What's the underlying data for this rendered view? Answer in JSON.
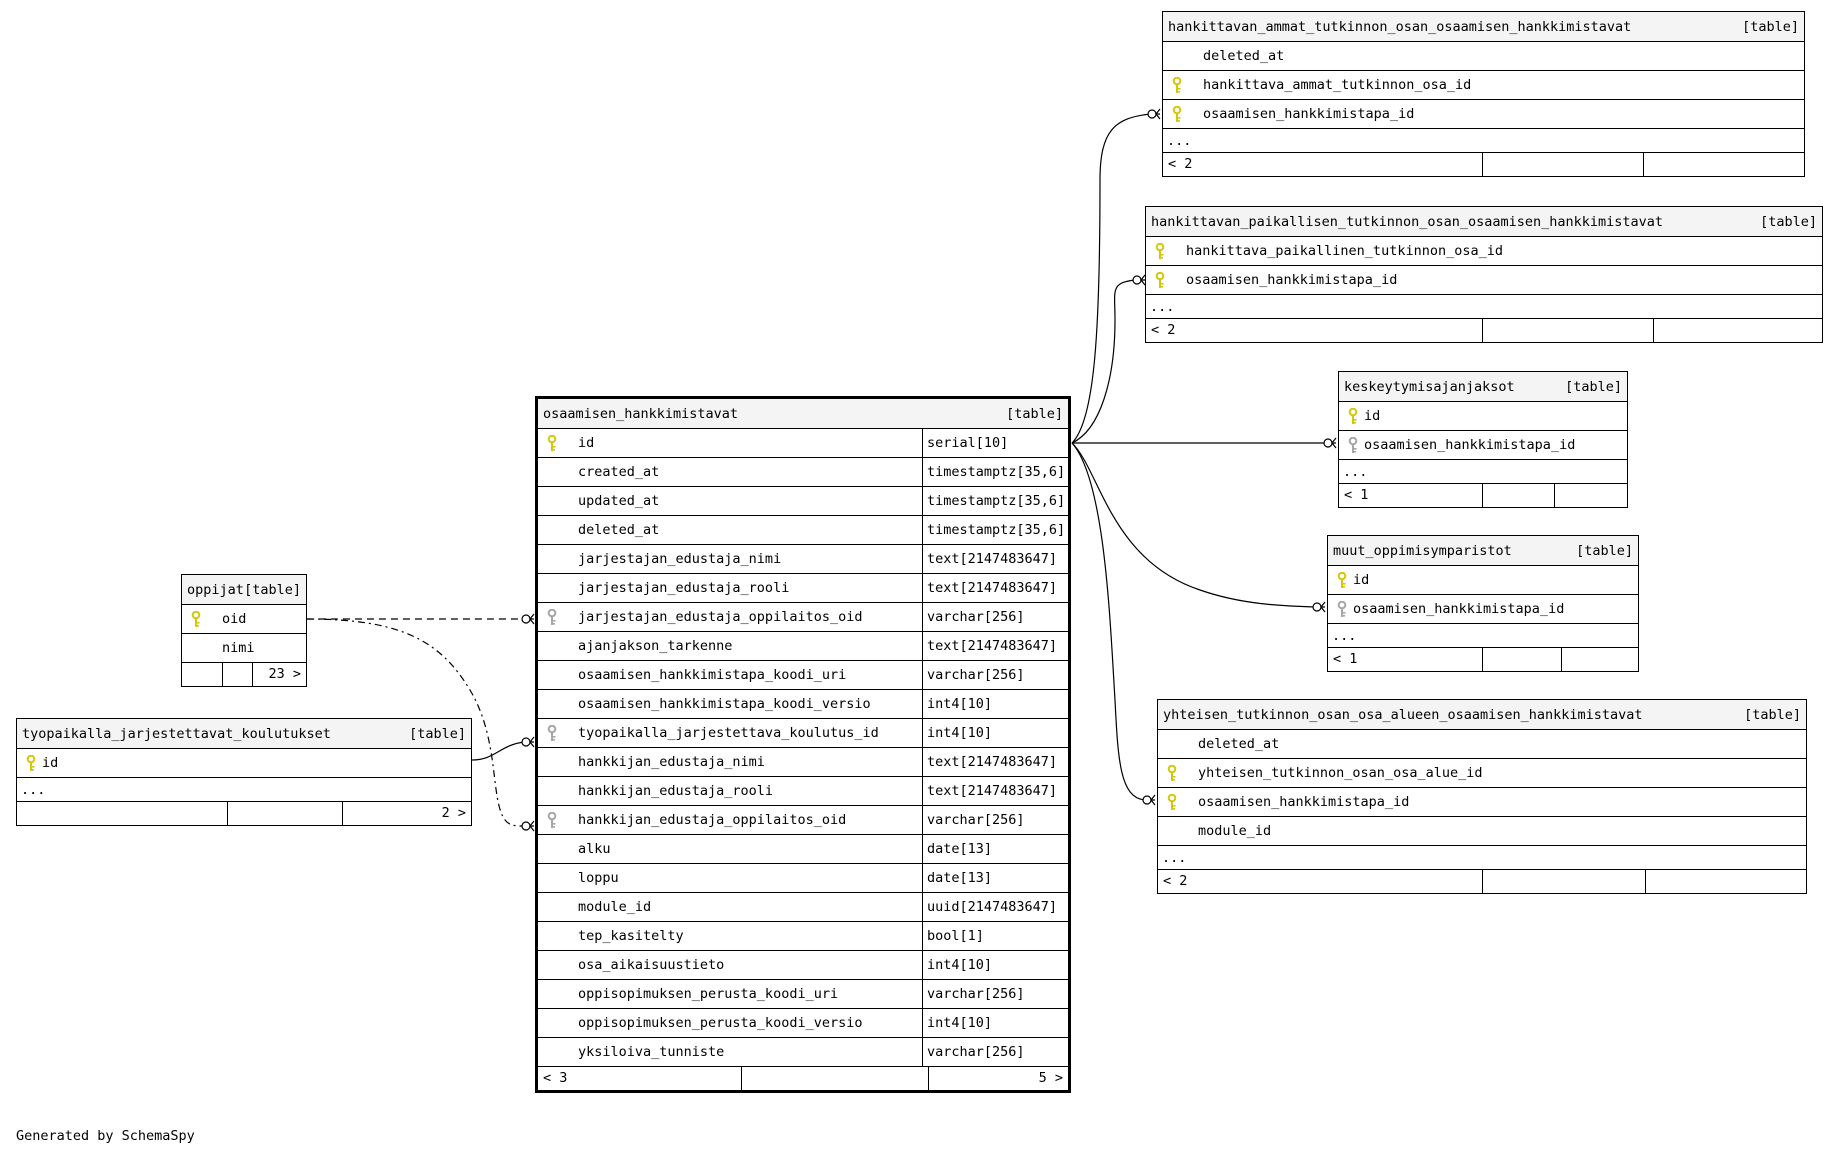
{
  "colors": {
    "primary_key": "#d6c60a",
    "foreign_key": "#a6a6a6",
    "header_bg": "#f4f4f4"
  },
  "icons": {
    "primary_key": "key-icon",
    "foreign_key": "key-icon"
  },
  "main": {
    "name": "osaamisen_hankkimistavat",
    "type": "[table]",
    "columns": [
      {
        "name": "id",
        "type": "serial[10]"
      },
      {
        "name": "created_at",
        "type": "timestamptz[35,6]"
      },
      {
        "name": "updated_at",
        "type": "timestamptz[35,6]"
      },
      {
        "name": "deleted_at",
        "type": "timestamptz[35,6]"
      },
      {
        "name": "jarjestajan_edustaja_nimi",
        "type": "text[2147483647]"
      },
      {
        "name": "jarjestajan_edustaja_rooli",
        "type": "text[2147483647]"
      },
      {
        "name": "jarjestajan_edustaja_oppilaitos_oid",
        "type": "varchar[256]"
      },
      {
        "name": "ajanjakson_tarkenne",
        "type": "text[2147483647]"
      },
      {
        "name": "osaamisen_hankkimistapa_koodi_uri",
        "type": "varchar[256]"
      },
      {
        "name": "osaamisen_hankkimistapa_koodi_versio",
        "type": "int4[10]"
      },
      {
        "name": "tyopaikalla_jarjestettava_koulutus_id",
        "type": "int4[10]"
      },
      {
        "name": "hankkijan_edustaja_nimi",
        "type": "text[2147483647]"
      },
      {
        "name": "hankkijan_edustaja_rooli",
        "type": "text[2147483647]"
      },
      {
        "name": "hankkijan_edustaja_oppilaitos_oid",
        "type": "varchar[256]"
      },
      {
        "name": "alku",
        "type": "date[13]"
      },
      {
        "name": "loppu",
        "type": "date[13]"
      },
      {
        "name": "module_id",
        "type": "uuid[2147483647]"
      },
      {
        "name": "tep_kasitelty",
        "type": "bool[1]"
      },
      {
        "name": "osa_aikaisuustieto",
        "type": "int4[10]"
      },
      {
        "name": "oppisopimuksen_perusta_koodi_uri",
        "type": "varchar[256]"
      },
      {
        "name": "oppisopimuksen_perusta_koodi_versio",
        "type": "int4[10]"
      },
      {
        "name": "yksiloiva_tunniste",
        "type": "varchar[256]"
      }
    ],
    "footer_left": "< 3",
    "footer_right": "5 >"
  },
  "oppijat": {
    "name": "oppijat",
    "type": "[table]",
    "columns": [
      {
        "name": "oid"
      },
      {
        "name": "nimi"
      }
    ],
    "footer_right": "23 >"
  },
  "tyopaikalla": {
    "name": "tyopaikalla_jarjestettavat_koulutukset",
    "type": "[table]",
    "columns": [
      {
        "name": "id"
      }
    ],
    "more": "...",
    "footer_right": "2 >"
  },
  "ammat": {
    "name": "hankittavan_ammat_tutkinnon_osan_osaamisen_hankkimistavat",
    "type": "[table]",
    "columns": [
      {
        "name": "deleted_at"
      },
      {
        "name": "hankittava_ammat_tutkinnon_osa_id"
      },
      {
        "name": "osaamisen_hankkimistapa_id"
      }
    ],
    "more": "...",
    "footer_left": "< 2"
  },
  "paikallinen": {
    "name": "hankittavan_paikallisen_tutkinnon_osan_osaamisen_hankkimistavat",
    "type": "[table]",
    "columns": [
      {
        "name": "hankittava_paikallinen_tutkinnon_osa_id"
      },
      {
        "name": "osaamisen_hankkimistapa_id"
      }
    ],
    "more": "...",
    "footer_left": "< 2"
  },
  "keskeytymis": {
    "name": "keskeytymisajanjaksot",
    "type": "[table]",
    "columns": [
      {
        "name": "id"
      },
      {
        "name": "osaamisen_hankkimistapa_id"
      }
    ],
    "more": "...",
    "footer_left": "< 1"
  },
  "muut": {
    "name": "muut_oppimisymparistot",
    "type": "[table]",
    "columns": [
      {
        "name": "id"
      },
      {
        "name": "osaamisen_hankkimistapa_id"
      }
    ],
    "more": "...",
    "footer_left": "< 1"
  },
  "yhteisen": {
    "name": "yhteisen_tutkinnon_osan_osa_alueen_osaamisen_hankkimistavat",
    "type": "[table]",
    "columns": [
      {
        "name": "deleted_at"
      },
      {
        "name": "yhteisen_tutkinnon_osan_osa_alue_id"
      },
      {
        "name": "osaamisen_hankkimistapa_id"
      },
      {
        "name": "module_id"
      }
    ],
    "more": "...",
    "footer_left": "< 2"
  },
  "generated_by": "Generated by SchemaSpy"
}
